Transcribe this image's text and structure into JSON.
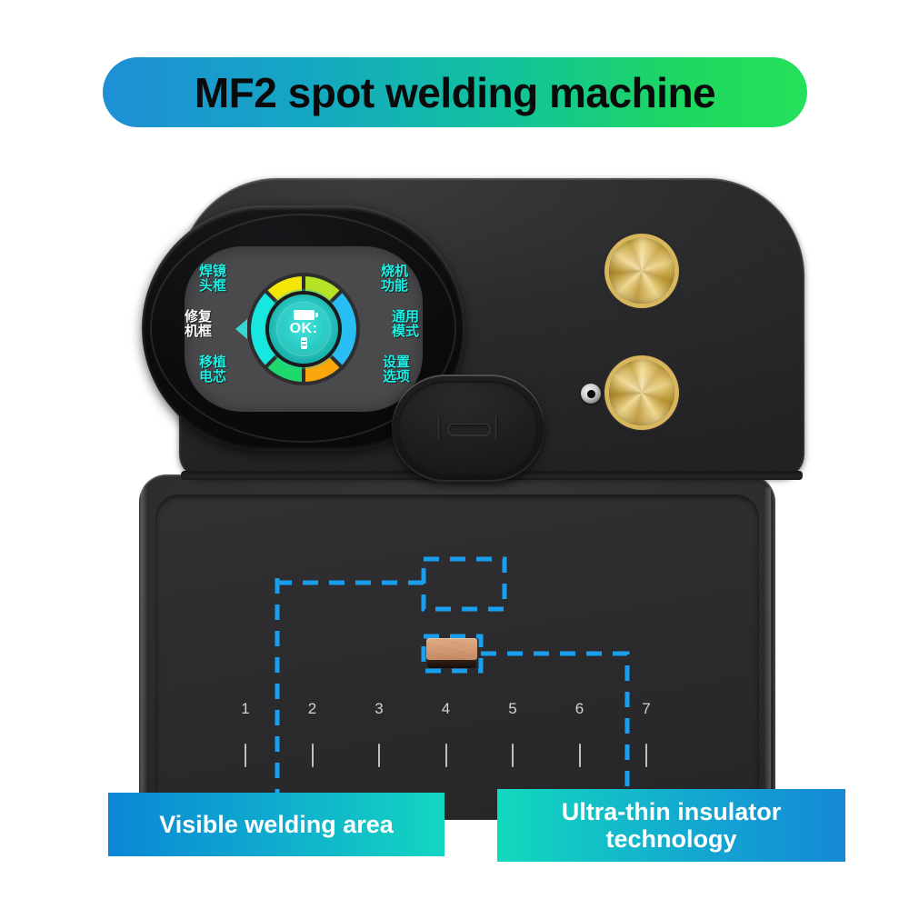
{
  "title": {
    "text": "MF2 spot welding machine"
  },
  "device": {
    "display": {
      "hub": {
        "battery_icon": "battery-icon",
        "status_text": "OK:",
        "secondary_icon": "battery-cell-icon",
        "cursor_icon": "left-pointer-icon"
      },
      "menu_items": [
        {
          "id": "weld-lens-frame",
          "label": "焊镜\n头框",
          "color": "#1ff0e6",
          "selected": false,
          "segment_color": "#f5e60a"
        },
        {
          "id": "burn-in-function",
          "label": "烧机\n功能",
          "color": "#1ff0e6",
          "selected": false,
          "segment_color": "#b6e325"
        },
        {
          "id": "general-mode",
          "label": "通用\n模式",
          "color": "#1ff0e6",
          "selected": false,
          "segment_color": "#29bdf5"
        },
        {
          "id": "settings-options",
          "label": "设置\n选项",
          "color": "#1ff0e6",
          "selected": false,
          "segment_color": "#f9a70c"
        },
        {
          "id": "transplant-cell",
          "label": "移植\n电芯",
          "color": "#1ff0e6",
          "selected": false,
          "segment_color": "#1fd96e"
        },
        {
          "id": "repair-frame",
          "label": "修复\n机框",
          "color": "#ffffff",
          "selected": true,
          "segment_color": "#16e8e0"
        }
      ]
    },
    "controls": {
      "knob_top": "gold-knob-top",
      "knob_bottom": "gold-knob-bottom",
      "port": "indicator-port"
    },
    "weld_head": {
      "name": "welding-head-pad",
      "emboss": "slot-marking"
    },
    "insulator": {
      "name": "ultra-thin-insulator-chip",
      "color": "#d9996c"
    },
    "ruler": {
      "marks": [
        "1",
        "2",
        "3",
        "4",
        "5",
        "6",
        "7"
      ]
    }
  },
  "callouts": {
    "accent_color": "#1a9ff0",
    "left": {
      "label": "Visible welding area"
    },
    "right": {
      "label": "Ultra-thin insulator\ntechnology"
    }
  }
}
